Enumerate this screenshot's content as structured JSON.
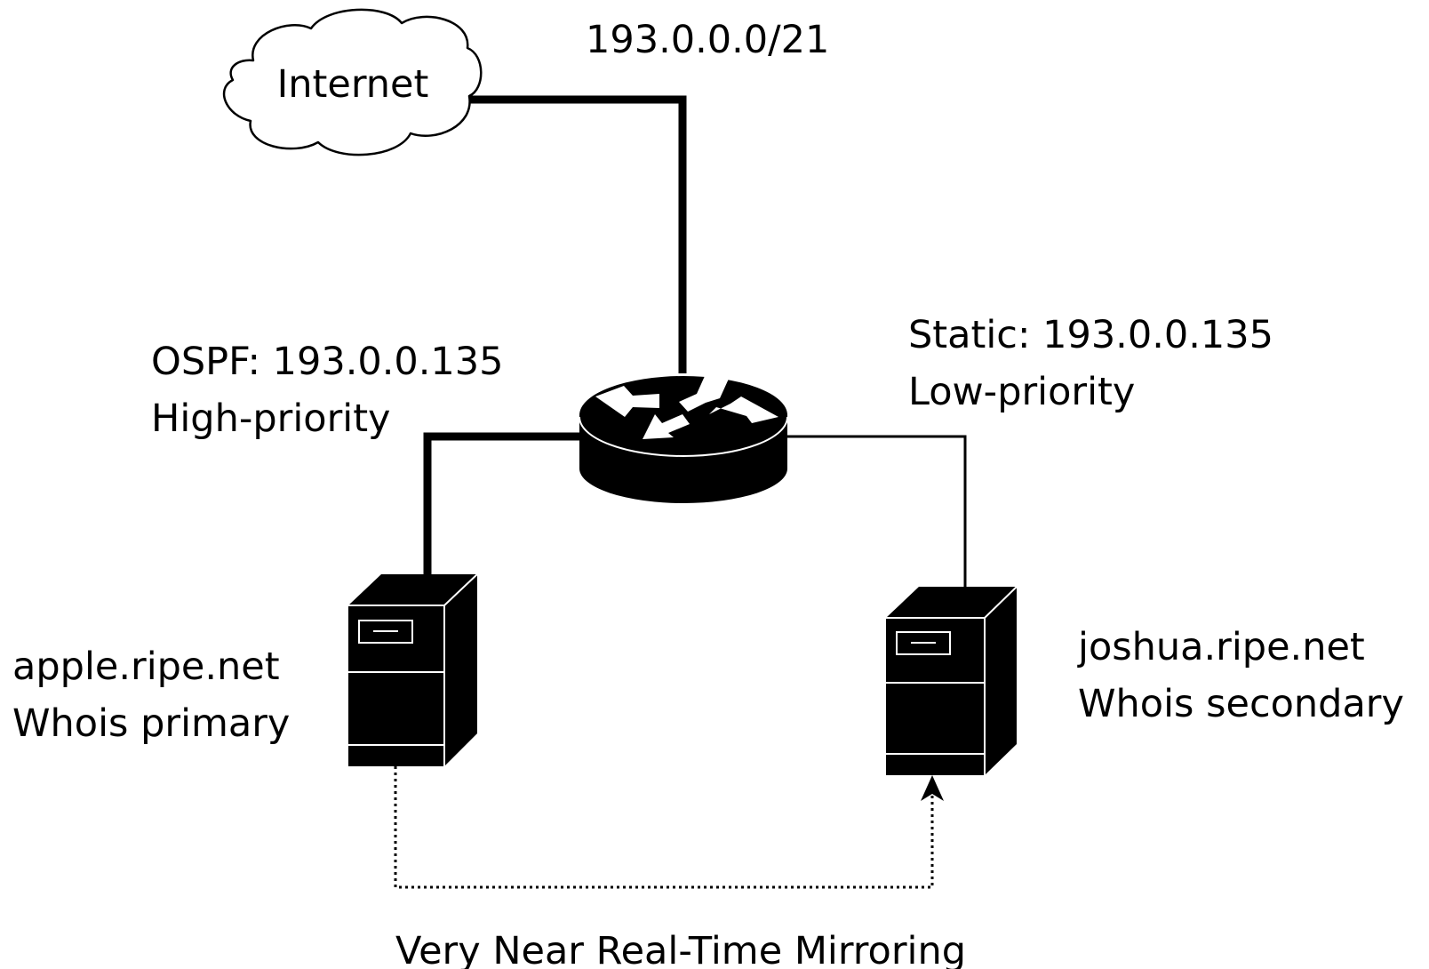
{
  "diagram": {
    "network_prefix": "193.0.0.0/21",
    "internet_label": "Internet",
    "ospf_route": {
      "line1": "OSPF: 193.0.0.135",
      "line2": "High-priority"
    },
    "static_route": {
      "line1": "Static: 193.0.0.135",
      "line2": "Low-priority"
    },
    "primary_server": {
      "hostname": "apple.ripe.net",
      "role": "Whois primary"
    },
    "secondary_server": {
      "hostname": "joshua.ripe.net",
      "role": "Whois secondary"
    },
    "mirroring_label": "Very Near Real-Time Mirroring"
  },
  "colors": {
    "ink": "#000000",
    "background": "#ffffff"
  },
  "icons": {
    "cloud": "cloud-icon",
    "router": "router-icon",
    "server": "server-icon"
  }
}
